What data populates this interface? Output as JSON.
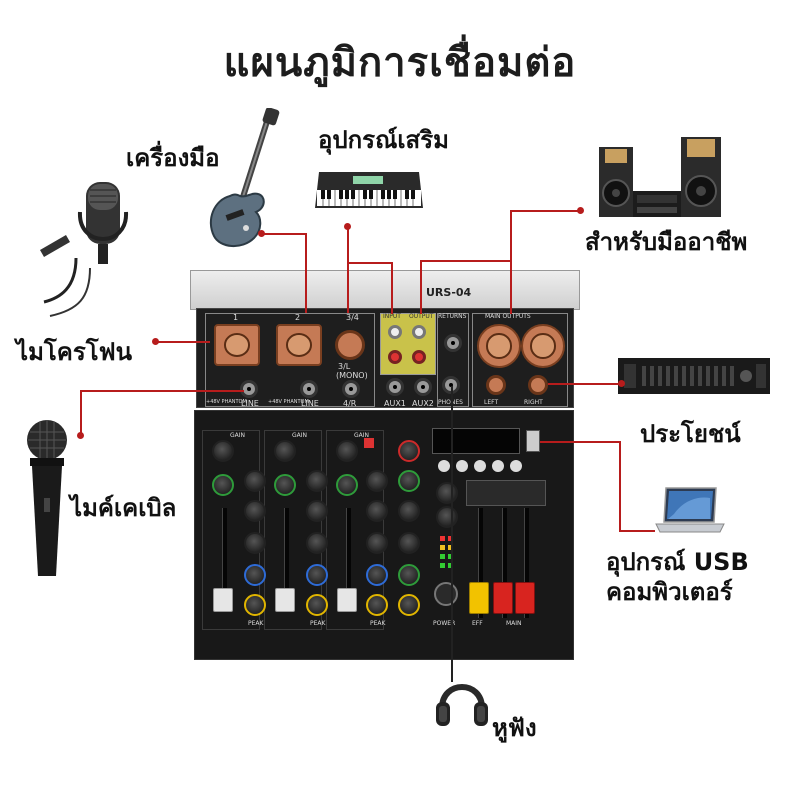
{
  "title": "แผนภูมิการเชื่อมต่อ",
  "labels": {
    "instrument": "เครื่องมือ",
    "accessory": "อุปกรณ์เสริม",
    "professional": "สำหรับมืออาชีพ",
    "microphone": "ไมโครโฟน",
    "amplifier": "ประโยชน์",
    "cable_mic": "ไมค์เคเบิล",
    "usb_line1": "อุปกรณ์ USB",
    "usb_line2": "คอมพิวเตอร์",
    "headphones": "หูฟัง"
  },
  "mixer": {
    "model": "URS-04",
    "ch1": "1",
    "ch2": "2",
    "ch34": "3/4",
    "mono_l": "3/L",
    "mono": "(MONO)",
    "r4": "4/R",
    "line": "LINE",
    "phantom": "+48V PHANTOM",
    "aux1": "AUX1",
    "aux2": "AUX2",
    "phones": "PHONES",
    "returns": "RETURNS",
    "input": "INPUT",
    "output": "OUTPUT",
    "main_outputs": "MAIN OUTPUTS",
    "left": "LEFT",
    "right": "RIGHT",
    "power": "POWER",
    "eff": "EFF",
    "main": "MAIN",
    "peak": "PEAK",
    "gain": "GAIN"
  },
  "colors": {
    "wire": "#b71c1c",
    "panel": "#1b1b1b",
    "top_panel": "#d9d9d9",
    "xlr": "#c57a55",
    "fader_yellow": "#f2c200",
    "fader_red": "#d8241f"
  },
  "icons": [
    "guitar-icon",
    "keyboard-icon",
    "speakers-icon",
    "studio-mic-icon",
    "handheld-mic-icon",
    "amplifier-icon",
    "laptop-icon",
    "headphones-icon"
  ]
}
